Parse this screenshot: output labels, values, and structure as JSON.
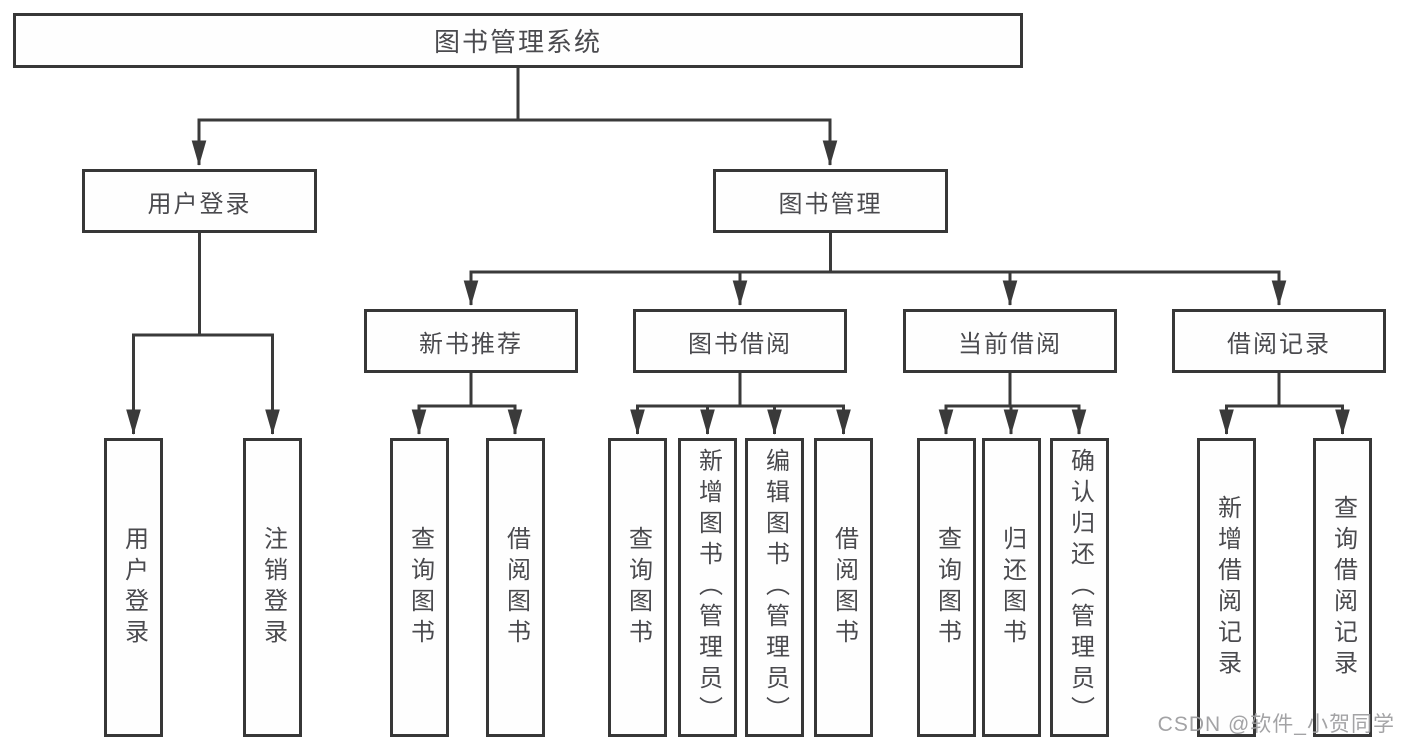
{
  "diagram": {
    "type": "hierarchy-tree",
    "tree": {
      "root": {
        "label": "图书管理系统",
        "children": [
          {
            "label": "用户登录",
            "children": [
              {
                "label": "用户登录"
              },
              {
                "label": "注销登录"
              }
            ]
          },
          {
            "label": "图书管理",
            "children": [
              {
                "label": "新书推荐",
                "children": [
                  {
                    "label": "查询图书"
                  },
                  {
                    "label": "借阅图书"
                  }
                ]
              },
              {
                "label": "图书借阅",
                "children": [
                  {
                    "label": "查询图书"
                  },
                  {
                    "label": "新增图书（管理员）"
                  },
                  {
                    "label": "编辑图书（管理员）"
                  },
                  {
                    "label": "借阅图书"
                  }
                ]
              },
              {
                "label": "当前借阅",
                "children": [
                  {
                    "label": "查询图书"
                  },
                  {
                    "label": "归还图书"
                  },
                  {
                    "label": "确认归还（管理员）"
                  }
                ]
              },
              {
                "label": "借阅记录",
                "children": [
                  {
                    "label": "新增借阅记录"
                  },
                  {
                    "label": "查询借阅记录"
                  }
                ]
              }
            ]
          }
        ]
      }
    },
    "colors": {
      "line": "#3a3a3a",
      "border": "#373737",
      "text": "#4a4a4e",
      "background": "#ffffff",
      "watermark": "#9e9ea0"
    }
  },
  "watermark": "CSDN @软件_小贺同学"
}
